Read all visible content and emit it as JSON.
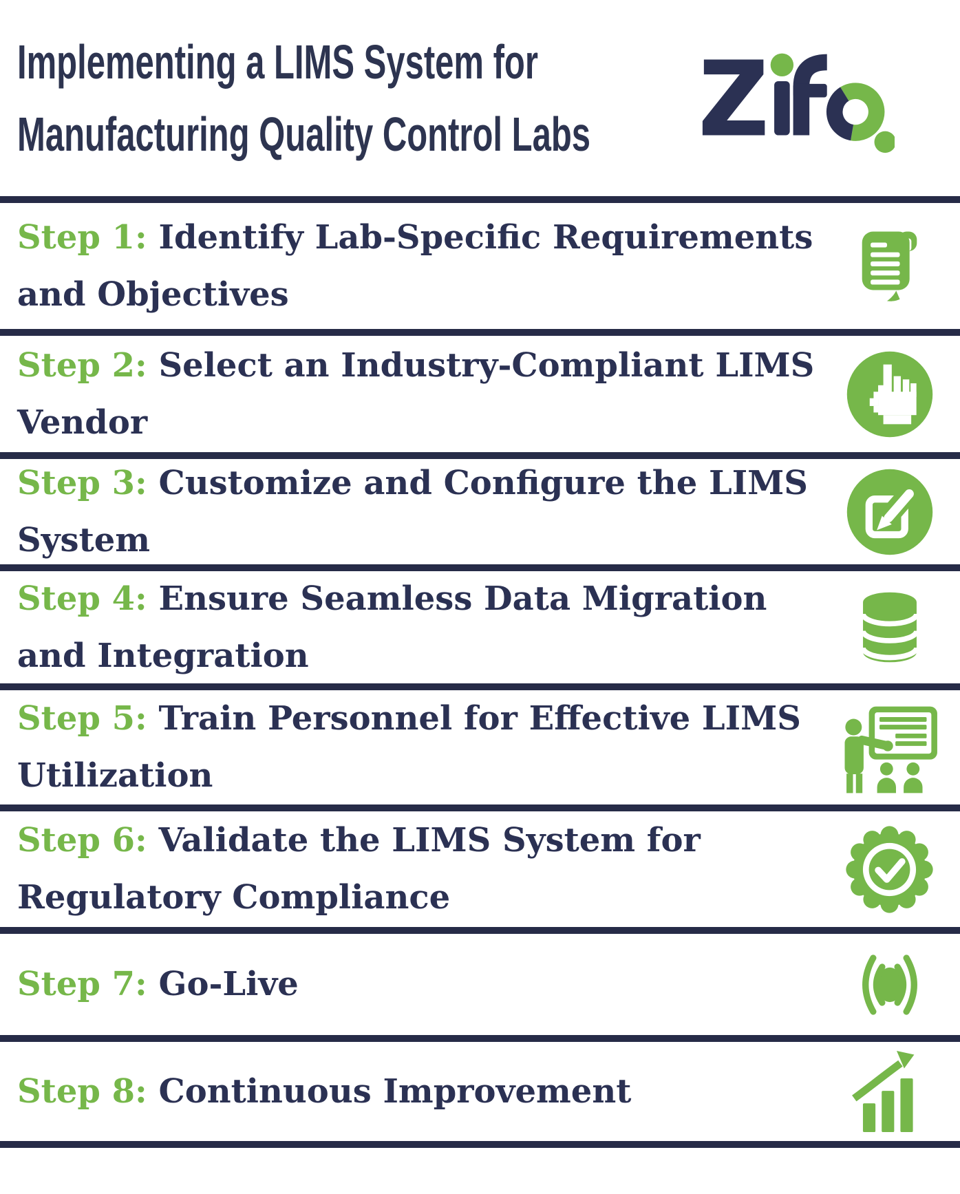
{
  "colors": {
    "green": "#76b74a",
    "navy_divider": "#262b47",
    "step_text_navy": "#2b3153",
    "title_navy": "#2d3450"
  },
  "header": {
    "title_line1": "Implementing a LIMS System for",
    "title_line2": "Manufacturing Quality Control Labs",
    "logo_text": "Zifo"
  },
  "steps": [
    {
      "label": "Step 1:",
      "title_1": "Identify Lab-Specific Requirements",
      "title_2": "and Objectives",
      "icon": "scroll-icon"
    },
    {
      "label": "Step 2:",
      "title_1": "Select an Industry-Compliant LIMS",
      "title_2": "Vendor",
      "icon": "pointer-hand-icon"
    },
    {
      "label": "Step 3:",
      "title_1": "Customize and Configure the LIMS",
      "title_2": "System",
      "icon": "edit-icon"
    },
    {
      "label": "Step 4:",
      "title_1": "Ensure Seamless Data Migration",
      "title_2": "and Integration",
      "icon": "database-icon"
    },
    {
      "label": "Step 5:",
      "title_1": "Train Personnel for Effective LIMS",
      "title_2": "Utilization",
      "icon": "training-presentation-icon"
    },
    {
      "label": "Step 6:",
      "title_1": "Validate the LIMS System for",
      "title_2": "Regulatory Compliance",
      "icon": "badge-check-icon"
    },
    {
      "label": "Step 7:",
      "title_1": "Go-Live",
      "title_2": "",
      "icon": "live-broadcast-icon"
    },
    {
      "label": "Step 8:",
      "title_1": "Continuous Improvement",
      "title_2": "",
      "icon": "growth-chart-icon"
    }
  ]
}
